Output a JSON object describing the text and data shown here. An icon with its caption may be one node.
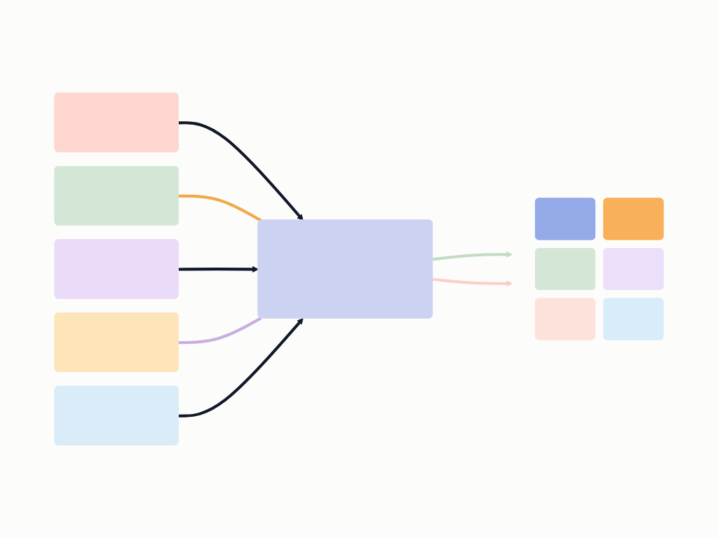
{
  "diagram": {
    "nodes": [
      {
        "text": [],
        "shape": "box"
      },
      {
        "text": [],
        "shape": "box"
      },
      {
        "text": [],
        "shape": "box"
      },
      {
        "text": [],
        "shape": "box"
      },
      {
        "text": [],
        "shape": "box"
      },
      {
        "text": [],
        "shape": "box"
      },
      {
        "text": [],
        "shape": "box"
      },
      {
        "text": [],
        "shape": "box"
      },
      {
        "text": [],
        "shape": "box"
      },
      {
        "text": [],
        "shape": "box"
      },
      {
        "text": [],
        "shape": "box"
      },
      {
        "text": [],
        "shape": "box"
      }
    ],
    "edges": [
      {
        "from": 0,
        "to": 5,
        "arrow": "to"
      },
      {
        "from": 1,
        "to": 5,
        "arrow": "none",
        "color": "#f0a848"
      },
      {
        "from": 2,
        "to": 5,
        "arrow": "to"
      },
      {
        "from": 3,
        "to": 5,
        "arrow": "none",
        "color": "#c9aee0"
      },
      {
        "from": 4,
        "to": 5,
        "arrow": "to"
      },
      {
        "from": 5,
        "to": null,
        "arrow": "to",
        "color": "#c2dcc4"
      },
      {
        "from": 5,
        "to": null,
        "arrow": "to",
        "color": "#fbcfc8"
      }
    ]
  }
}
